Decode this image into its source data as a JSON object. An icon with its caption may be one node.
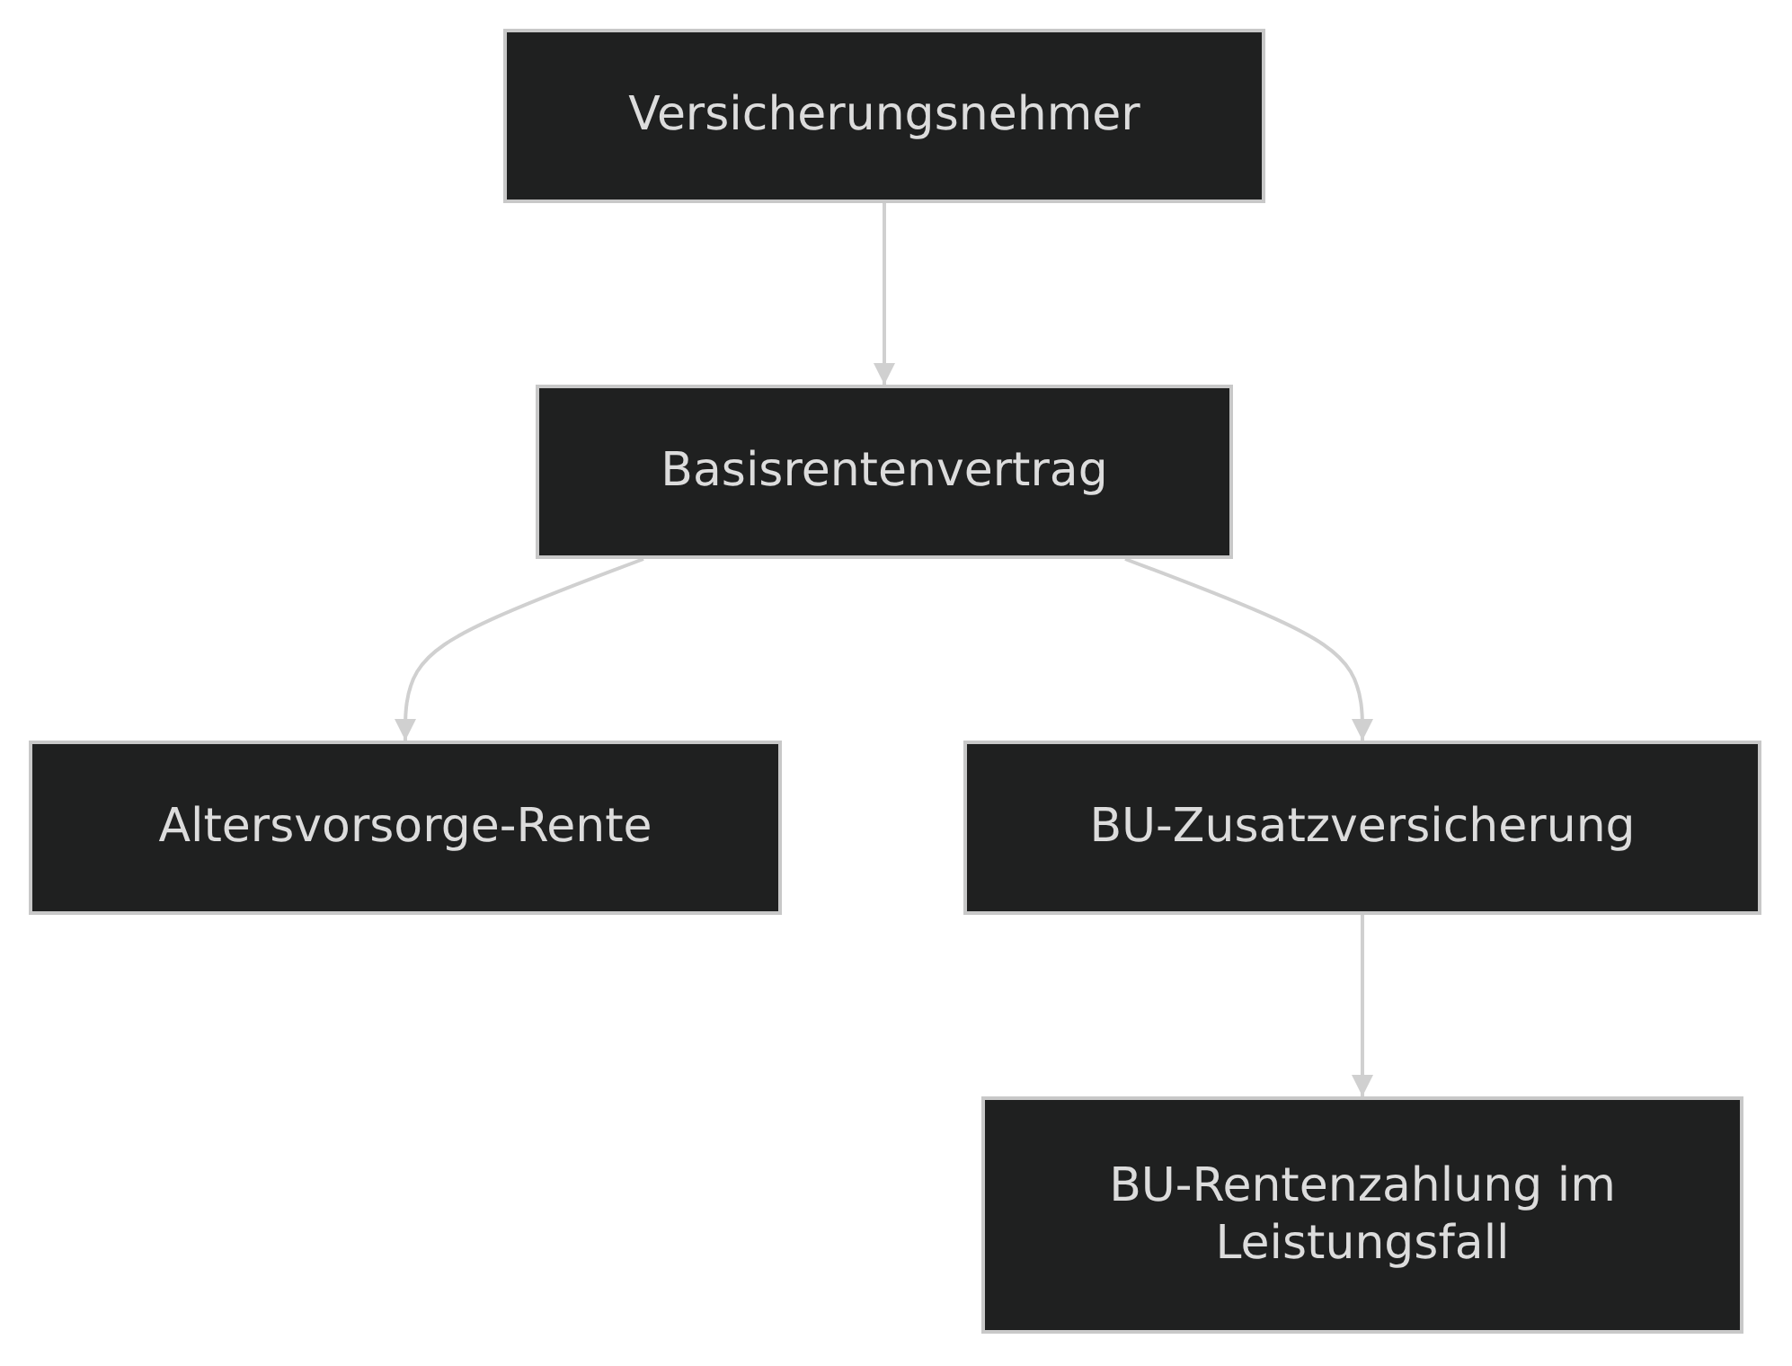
{
  "diagram": {
    "nodes": [
      {
        "text": [
          "Versicherungsnehmer"
        ]
      },
      {
        "text": [
          "Basisrentenvertrag"
        ]
      },
      {
        "text": [
          "Altersvorsorge-Rente"
        ]
      },
      {
        "text": [
          "BU-Zusatzversicherung"
        ]
      },
      {
        "text": [
          "BU-Rentenzahlung im Leistungsfall"
        ]
      }
    ],
    "edges": [
      {
        "from": 0,
        "to": 1,
        "arrow": "to"
      },
      {
        "from": 1,
        "to": 2,
        "arrow": "to"
      },
      {
        "from": 1,
        "to": 3,
        "arrow": "to"
      },
      {
        "from": 3,
        "to": 4,
        "arrow": "to"
      }
    ]
  }
}
